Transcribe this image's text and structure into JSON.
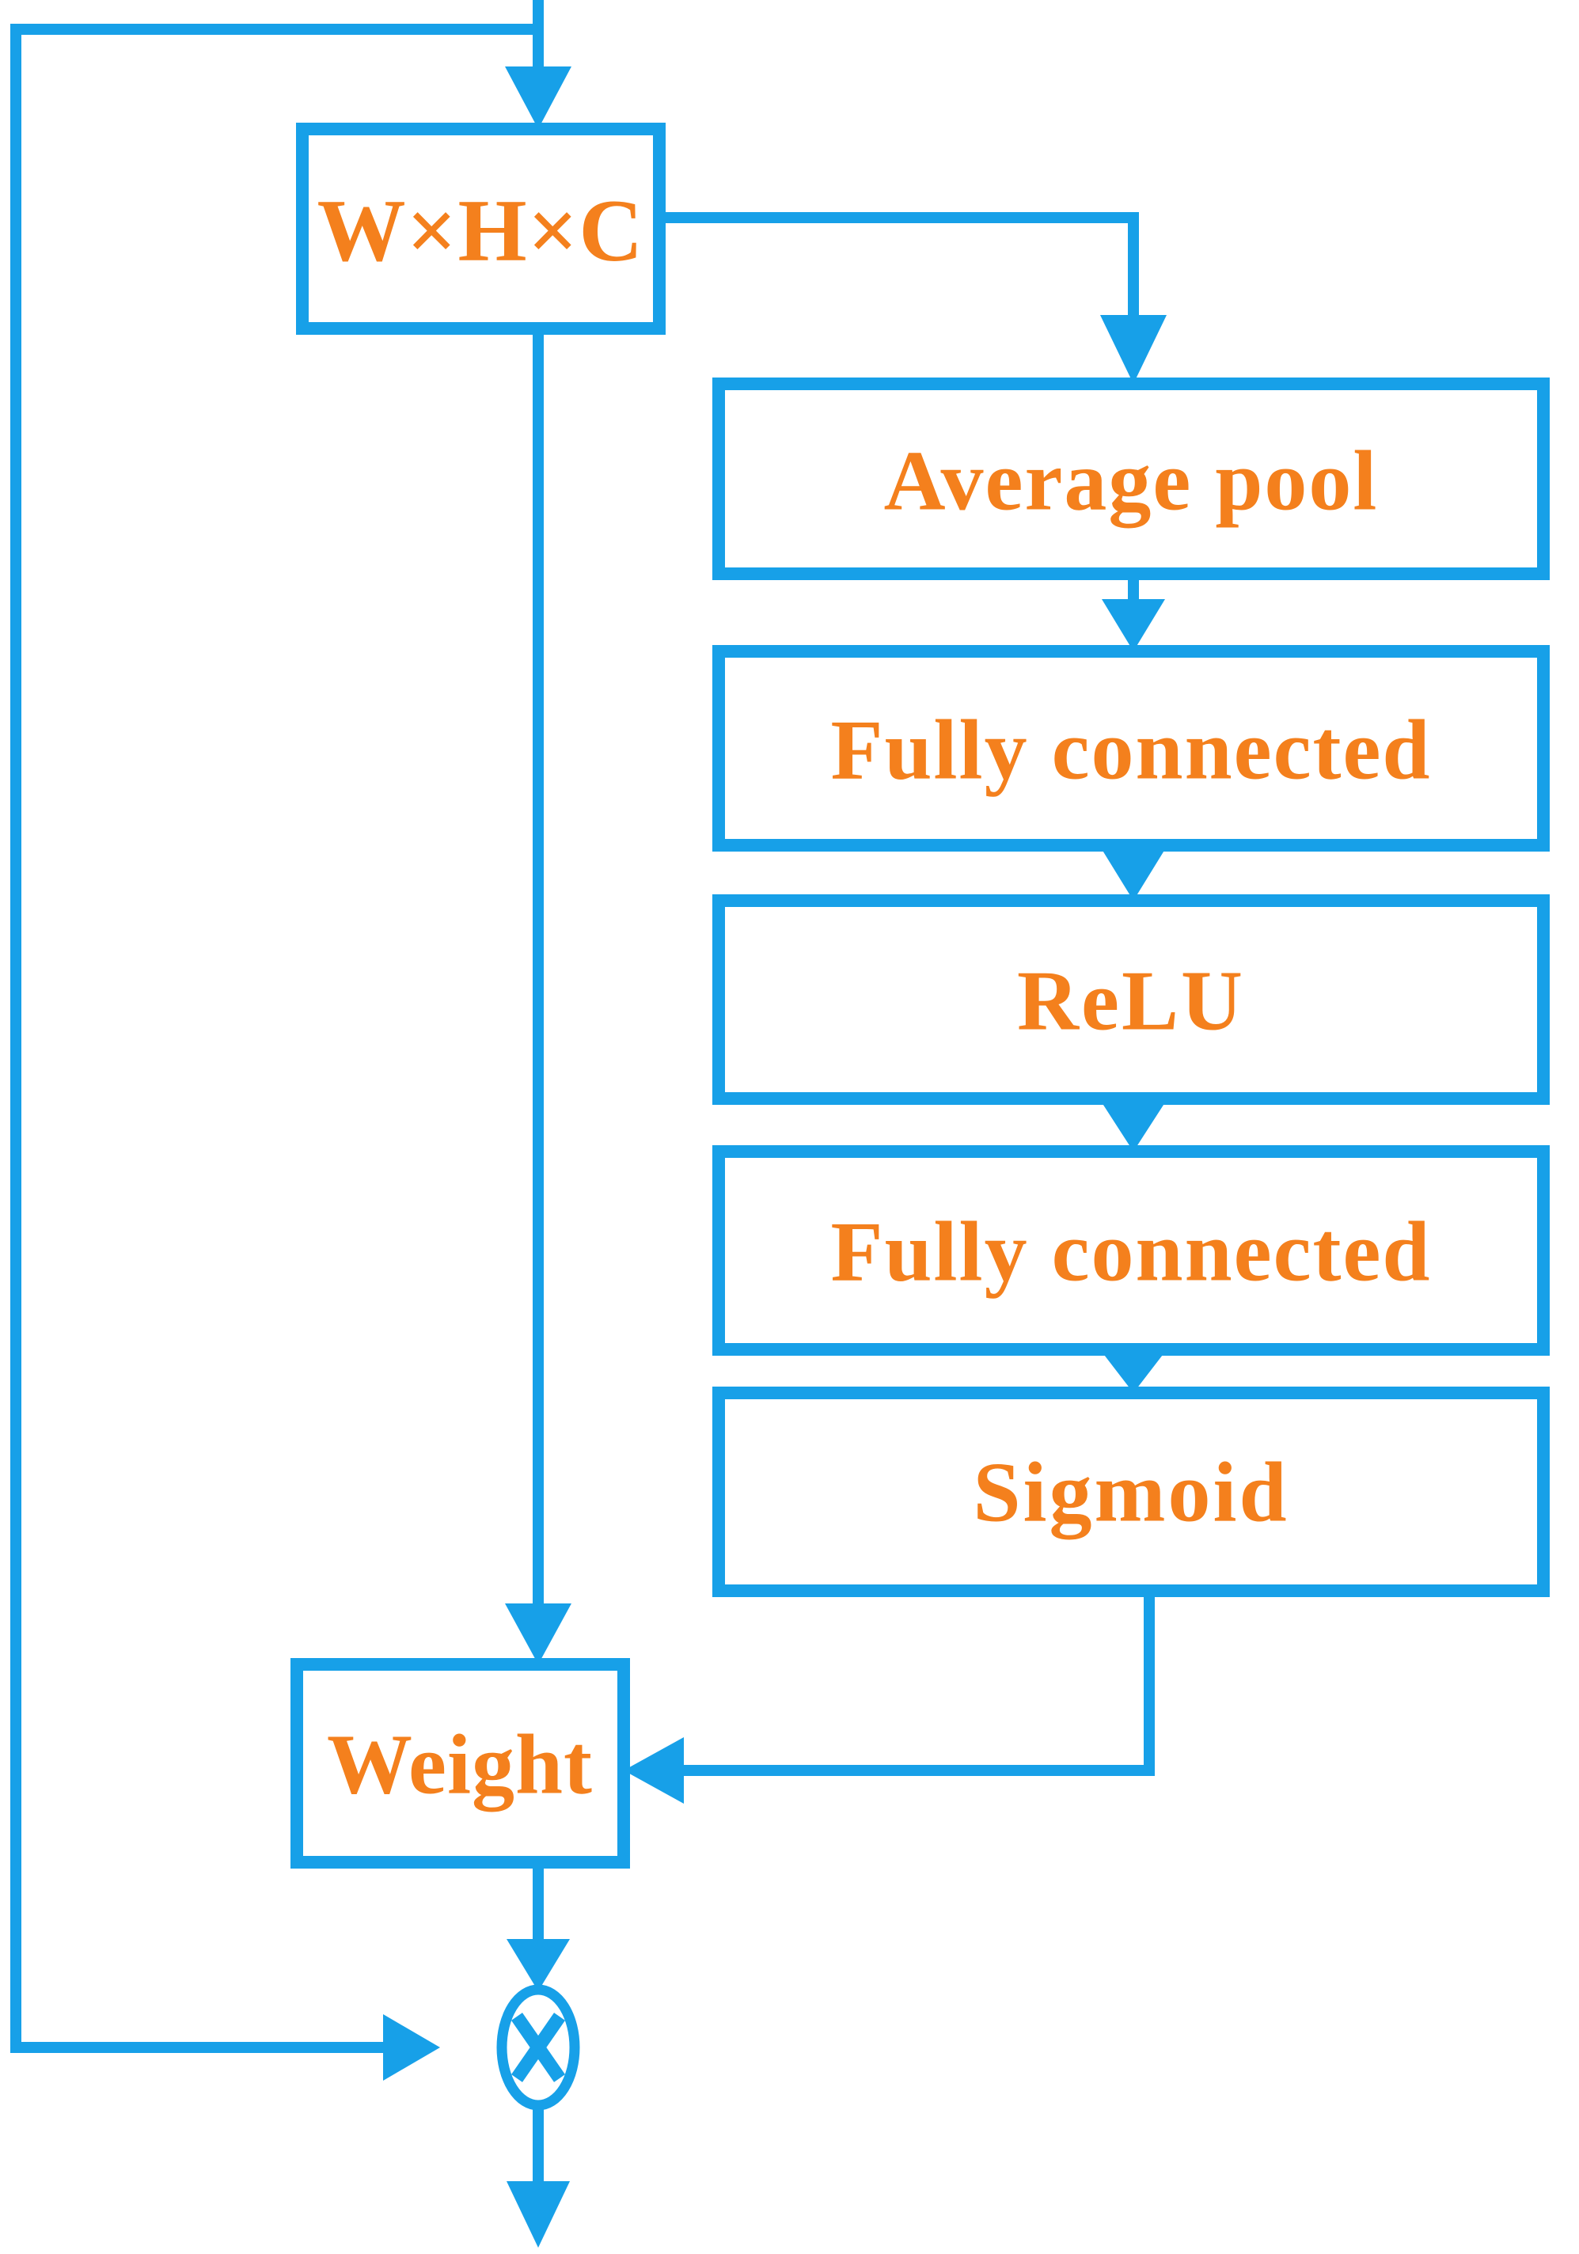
{
  "diagram": {
    "title": "Squeeze-and-Excitation channel attention block",
    "colors": {
      "line": "#17A0E8",
      "box_border": "#17A0E8",
      "text": "#F4801D",
      "background": "#FFFFFF"
    },
    "nodes": [
      {
        "id": "input_tensor",
        "label": "W×H×C",
        "shape": "rect"
      },
      {
        "id": "average_pool",
        "label": "Average pool",
        "shape": "rect"
      },
      {
        "id": "fully_connected1",
        "label": "Fully connected",
        "shape": "rect"
      },
      {
        "id": "relu",
        "label": "ReLU",
        "shape": "rect"
      },
      {
        "id": "fully_connected2",
        "label": "Fully connected",
        "shape": "rect"
      },
      {
        "id": "sigmoid",
        "label": "Sigmoid",
        "shape": "rect"
      },
      {
        "id": "weight",
        "label": "Weight",
        "shape": "rect"
      },
      {
        "id": "multiply",
        "label": "⊗",
        "shape": "circle-cross"
      }
    ],
    "edges": [
      {
        "from": "input_stream",
        "to": "input_tensor",
        "kind": "arrow"
      },
      {
        "from": "input_tensor",
        "to": "average_pool",
        "kind": "arrow"
      },
      {
        "from": "average_pool",
        "to": "fully_connected1",
        "kind": "arrow"
      },
      {
        "from": "fully_connected1",
        "to": "relu",
        "kind": "arrow"
      },
      {
        "from": "relu",
        "to": "fully_connected2",
        "kind": "arrow"
      },
      {
        "from": "fully_connected2",
        "to": "sigmoid",
        "kind": "arrow"
      },
      {
        "from": "sigmoid",
        "to": "weight",
        "kind": "arrow"
      },
      {
        "from": "input_tensor",
        "to": "weight",
        "kind": "arrow"
      },
      {
        "from": "weight",
        "to": "multiply",
        "kind": "arrow"
      },
      {
        "from": "skip_connection",
        "to": "multiply",
        "kind": "arrow"
      },
      {
        "from": "multiply",
        "to": "output_stream",
        "kind": "arrow"
      }
    ]
  }
}
